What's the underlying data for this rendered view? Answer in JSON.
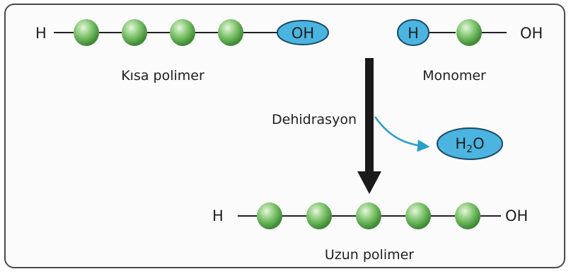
{
  "short_polymer": {
    "left_group": "H",
    "right_group": "OH",
    "label": "Kısa polimer",
    "bead_count": 4
  },
  "monomer": {
    "left_group": "H",
    "right_group": "OH",
    "label": "Monomer",
    "bead_count": 1
  },
  "reaction": {
    "label": "Dehidrasyon",
    "byproduct_main": "H",
    "byproduct_sub": "2",
    "byproduct_tail": "O"
  },
  "long_polymer": {
    "left_group": "H",
    "right_group": "OH",
    "label": "Uzun polimer",
    "bead_count": 5
  },
  "colors": {
    "bead": "#7cc36a",
    "bead_highlight": "#e6f6dc",
    "bead_shadow": "#3f8a35",
    "highlighted_group": "#4cb4e0",
    "byproduct_arrow": "#2a9dc9",
    "main_arrow": "#1a1a1a",
    "frame": "#4a4a4a"
  }
}
